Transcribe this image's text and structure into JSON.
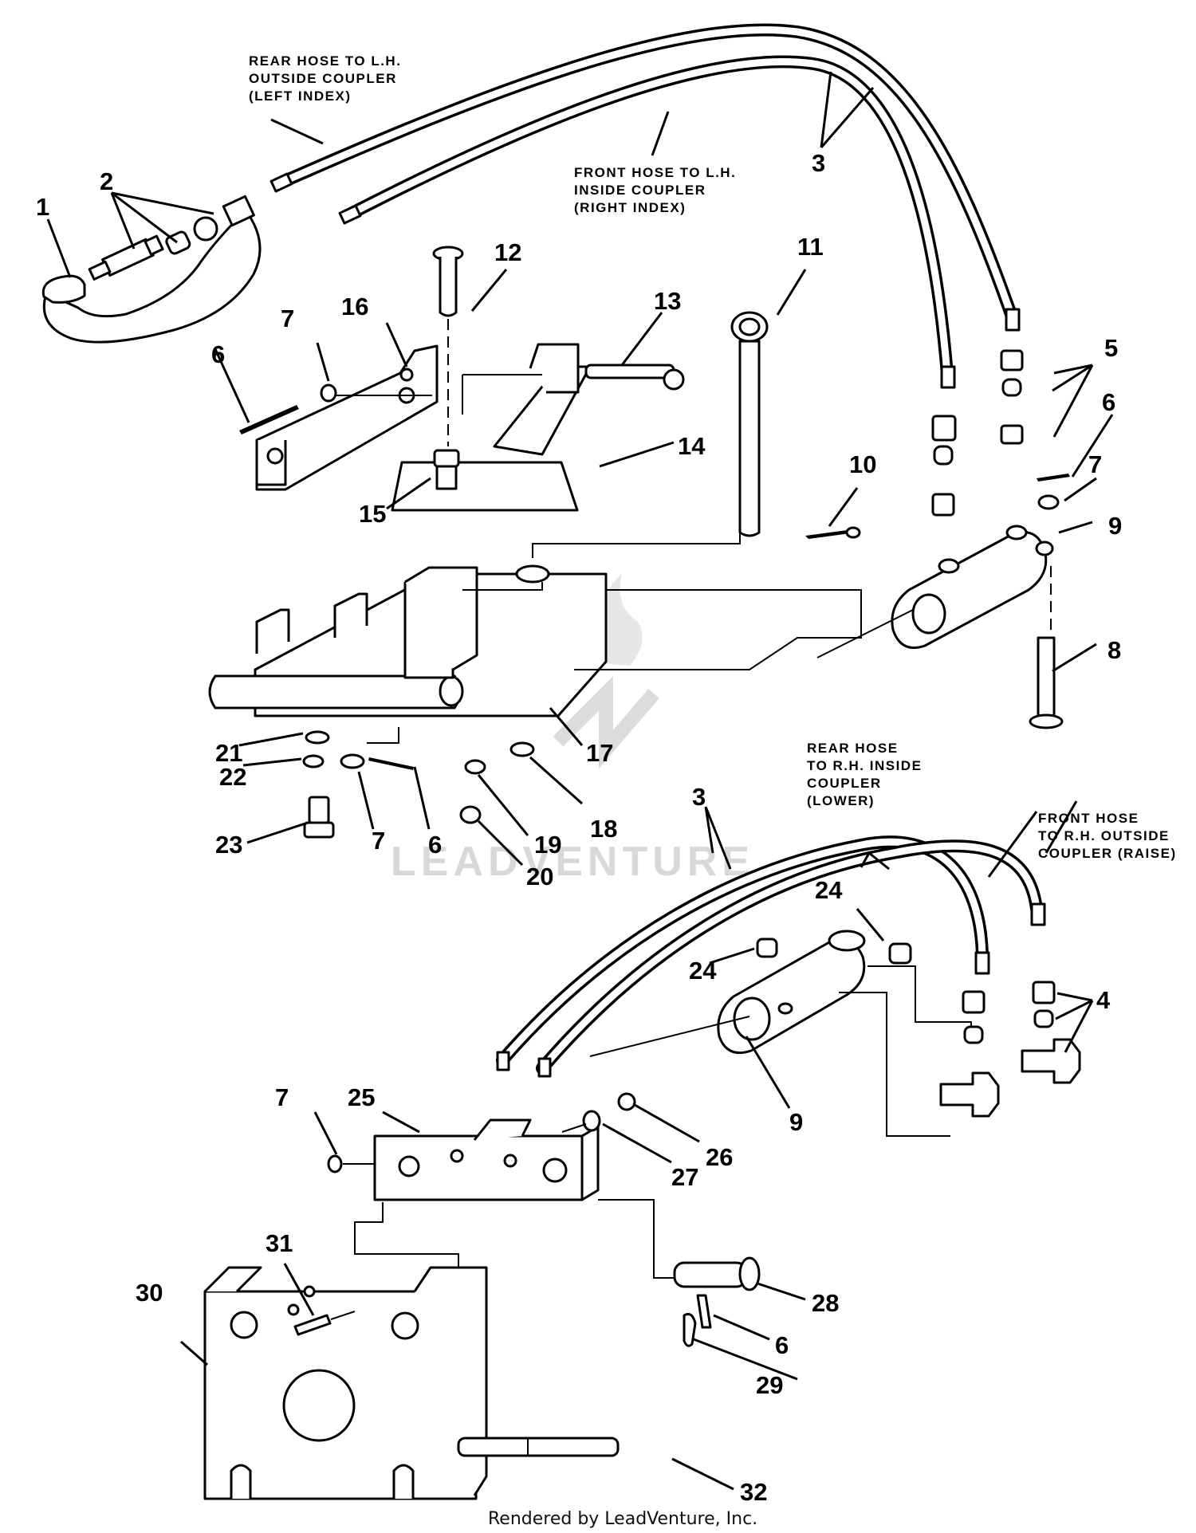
{
  "callouts": {
    "n1": "1",
    "n2": "2",
    "n3a": "3",
    "n3b": "3",
    "n4": "4",
    "n5": "5",
    "n6a": "6",
    "n6b": "6",
    "n6c": "6",
    "n6d": "6",
    "n7a": "7",
    "n7b": "7",
    "n7c": "7",
    "n7d": "7",
    "n8": "8",
    "n9a": "9",
    "n9b": "9",
    "n10": "10",
    "n11": "11",
    "n12": "12",
    "n13": "13",
    "n14": "14",
    "n15": "15",
    "n16": "16",
    "n17": "17",
    "n18": "18",
    "n19": "19",
    "n20": "20",
    "n21": "21",
    "n22": "22",
    "n23": "23",
    "n24a": "24",
    "n24b": "24",
    "n25": "25",
    "n26": "26",
    "n27": "27",
    "n28": "28",
    "n29": "29",
    "n30": "30",
    "n31": "31",
    "n32": "32"
  },
  "hose_labels": {
    "rear_lh": [
      "REAR HOSE TO L.H.",
      "OUTSIDE COUPLER",
      "(LEFT INDEX)"
    ],
    "front_lh": [
      "FRONT HOSE TO L.H.",
      "INSIDE COUPLER",
      "(RIGHT INDEX)"
    ],
    "rear_rh": [
      "REAR HOSE",
      "TO R.H. INSIDE",
      "COUPLER",
      "(LOWER)"
    ],
    "front_rh": [
      "FRONT HOSE",
      "TO R.H. OUTSIDE",
      "COUPLER (RAISE)"
    ]
  },
  "watermark": "LEADVENTURE",
  "footer": "Rendered by LeadVenture, Inc."
}
